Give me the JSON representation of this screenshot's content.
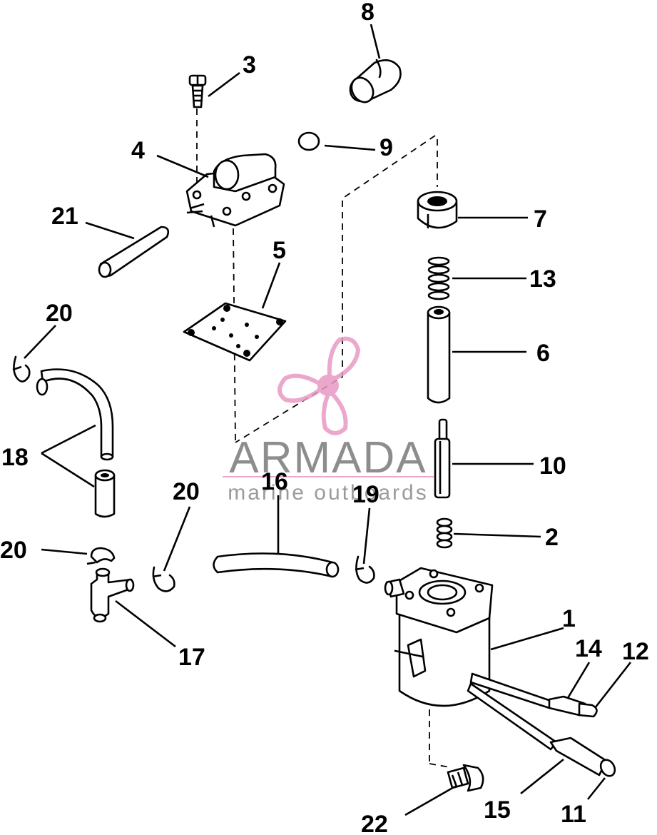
{
  "callouts": [
    {
      "id": "8",
      "label": "8"
    },
    {
      "id": "3",
      "label": "3"
    },
    {
      "id": "9",
      "label": "9"
    },
    {
      "id": "4",
      "label": "4"
    },
    {
      "id": "7",
      "label": "7"
    },
    {
      "id": "21",
      "label": "21"
    },
    {
      "id": "5",
      "label": "5"
    },
    {
      "id": "13",
      "label": "13"
    },
    {
      "id": "20a",
      "label": "20"
    },
    {
      "id": "6",
      "label": "6"
    },
    {
      "id": "18",
      "label": "18"
    },
    {
      "id": "10",
      "label": "10"
    },
    {
      "id": "16",
      "label": "16"
    },
    {
      "id": "20b",
      "label": "20"
    },
    {
      "id": "19",
      "label": "19"
    },
    {
      "id": "20c",
      "label": "20"
    },
    {
      "id": "2",
      "label": "2"
    },
    {
      "id": "1",
      "label": "1"
    },
    {
      "id": "17",
      "label": "17"
    },
    {
      "id": "14",
      "label": "14"
    },
    {
      "id": "12",
      "label": "12"
    },
    {
      "id": "15",
      "label": "15"
    },
    {
      "id": "11",
      "label": "11"
    },
    {
      "id": "22",
      "label": "22"
    }
  ],
  "watermark": {
    "brand": "ARMADA",
    "tagline": "marine outboards",
    "accent_color": "#e89ac4",
    "text_color": "#7a7a7a"
  }
}
